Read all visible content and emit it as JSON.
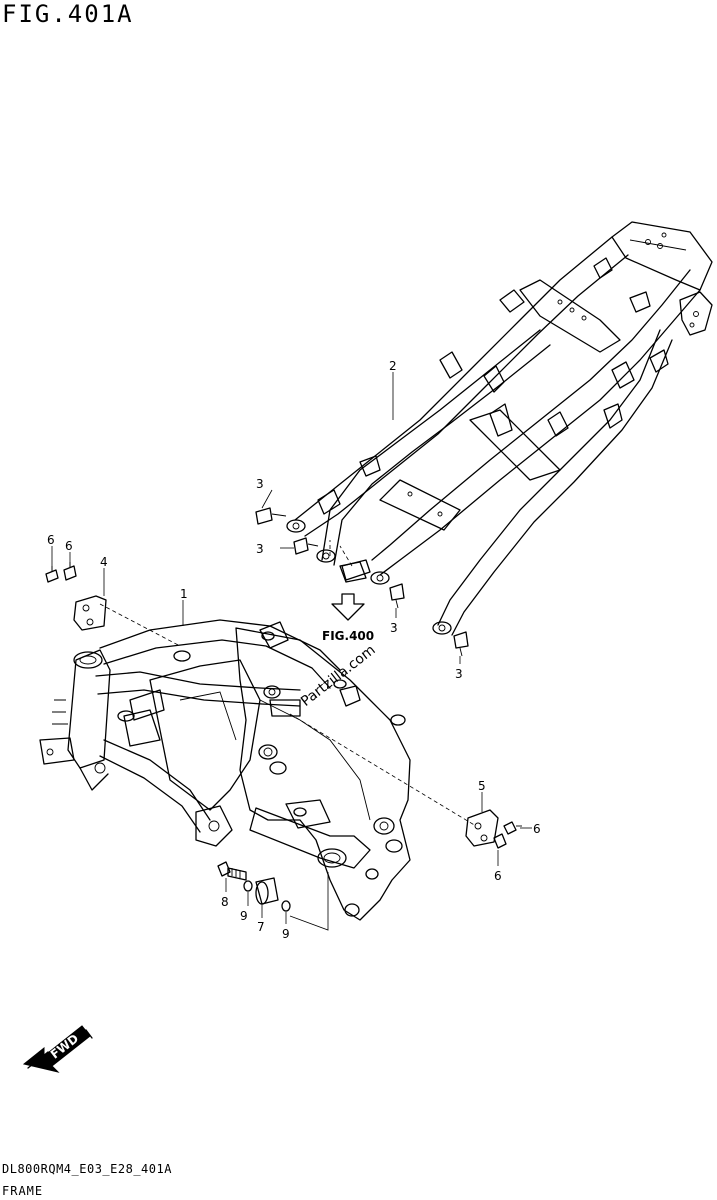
{
  "figure": {
    "title": "FIG.401A",
    "code": "DL800RQM4_E03_E28_401A",
    "name": "FRAME"
  },
  "reference": {
    "label": "FIG.400",
    "watermark": "Partzilla.com"
  },
  "direction": {
    "label": "FWD"
  },
  "callouts": [
    {
      "id": "c1",
      "text": "1"
    },
    {
      "id": "c2",
      "text": "2"
    },
    {
      "id": "c3a",
      "text": "3"
    },
    {
      "id": "c3b",
      "text": "3"
    },
    {
      "id": "c3c",
      "text": "3"
    },
    {
      "id": "c3d",
      "text": "3"
    },
    {
      "id": "c4",
      "text": "4"
    },
    {
      "id": "c5",
      "text": "5"
    },
    {
      "id": "c6a",
      "text": "6"
    },
    {
      "id": "c6b",
      "text": "6"
    },
    {
      "id": "c6c",
      "text": "6"
    },
    {
      "id": "c6d",
      "text": "6"
    },
    {
      "id": "c7",
      "text": "7"
    },
    {
      "id": "c8",
      "text": "8"
    },
    {
      "id": "c9a",
      "text": "9"
    },
    {
      "id": "c9b",
      "text": "9"
    }
  ]
}
